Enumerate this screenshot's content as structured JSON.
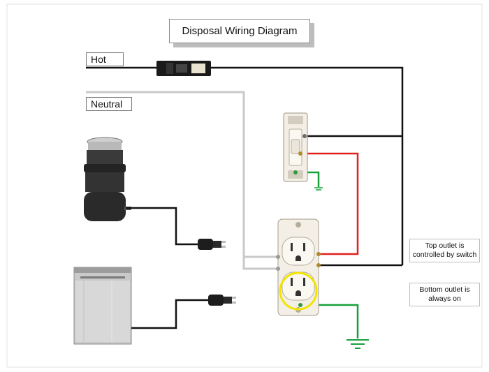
{
  "title": "Disposal Wiring Diagram",
  "wires": {
    "hot_label": "Hot",
    "neutral_label": "Neutral"
  },
  "notes": {
    "top": "Top outlet is controlled by switch",
    "bottom": "Bottom outlet is always on"
  },
  "colors": {
    "hot": "#111111",
    "neutral": "#c8c8c8",
    "switched": "#e0201b",
    "ground": "#17a03a",
    "highlight": "#f2e400"
  },
  "icons": [
    "circuit-breaker-icon",
    "light-switch-icon",
    "duplex-outlet-icon",
    "garbage-disposal-icon",
    "dishwasher-icon",
    "plug-icon",
    "ground-symbol-icon"
  ]
}
